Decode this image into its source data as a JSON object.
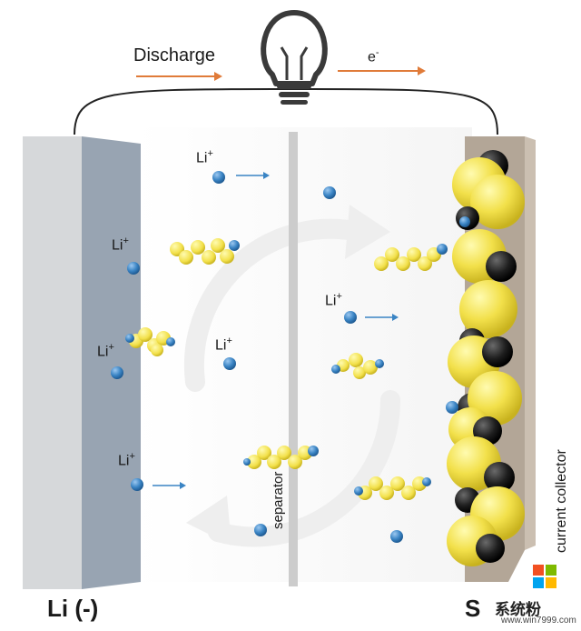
{
  "labels": {
    "discharge": "Discharge",
    "electron": "e",
    "electron_sup": "-",
    "anode": "Li (-)",
    "cathode": "S",
    "separator": "separator",
    "current_collector": "current collector",
    "li_ion": "Li",
    "li_ion_sup": "+"
  },
  "watermark": {
    "text": "系统粉",
    "url": "www.win7999.com"
  },
  "colors": {
    "arrow_orange": "#e07b39",
    "ion_blue": "#3a84c4",
    "sulfur_yellow": "#f2e04a",
    "carbon_black": "#1e1e1e",
    "anode_face": "#98a4b2",
    "anode_side": "#d6d8da",
    "collector": "#b3a697",
    "separator": "#cccccc"
  }
}
